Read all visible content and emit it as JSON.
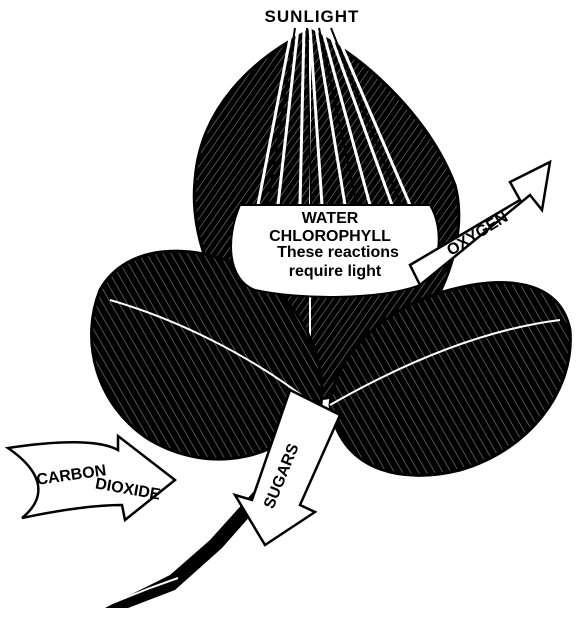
{
  "labels": {
    "sunlight": "SUNLIGHT",
    "water": "WATER",
    "chlorophyll": "CHLOROPHYLL",
    "reaction_line1": "These reactions",
    "reaction_line2": "require light",
    "oxygen": "OXYGEN",
    "carbon": "CARBON",
    "dioxide": "DIOXIDE",
    "sugars": "SUGARS"
  },
  "colors": {
    "ink": "#000000",
    "paper": "#ffffff"
  }
}
